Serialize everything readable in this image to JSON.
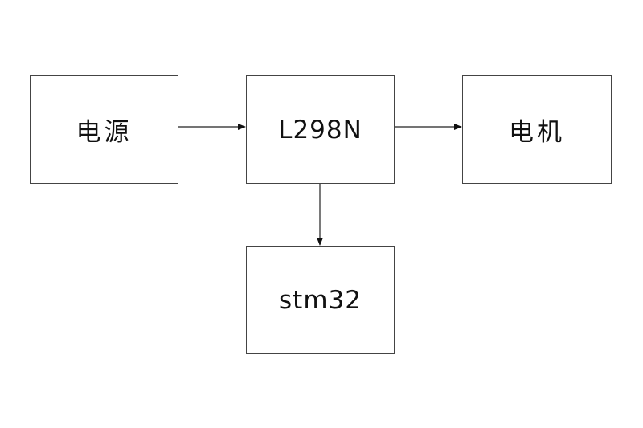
{
  "diagram": {
    "nodes": {
      "power": {
        "label": "电源"
      },
      "driver": {
        "label": "L298N"
      },
      "motor": {
        "label": "电机"
      },
      "mcu": {
        "label": "stm32"
      }
    },
    "edges": [
      {
        "from": "power",
        "to": "driver"
      },
      {
        "from": "driver",
        "to": "motor"
      },
      {
        "from": "driver",
        "to": "mcu"
      }
    ],
    "colors": {
      "stroke": "#444444",
      "text": "#111111",
      "background": "#ffffff"
    }
  }
}
